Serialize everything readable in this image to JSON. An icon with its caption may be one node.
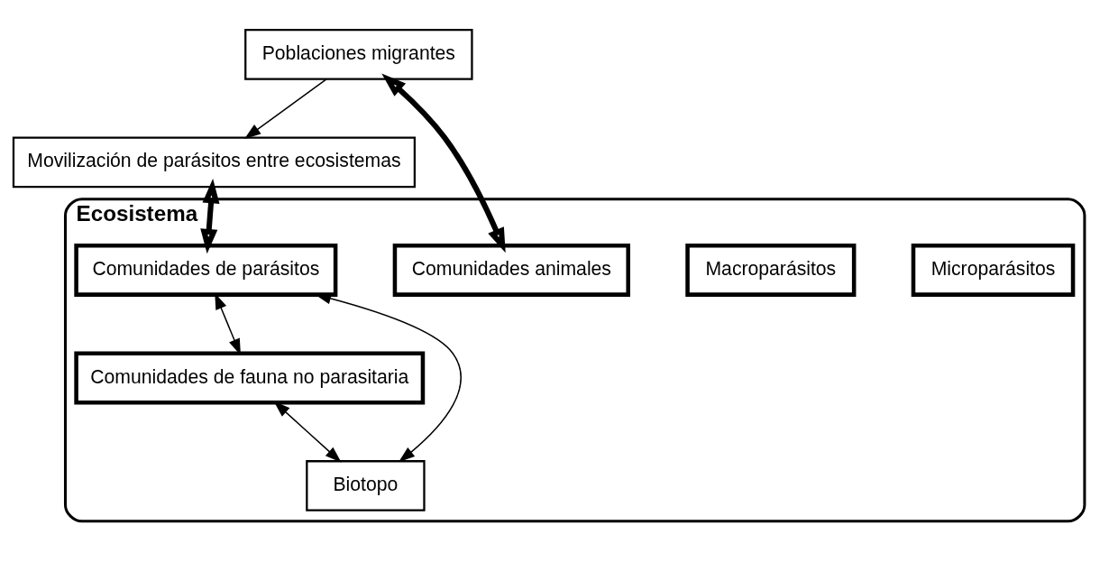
{
  "diagram": {
    "nodes": [
      {
        "text": [
          "Movilización de parásitos entre ecosistemas"
        ]
      },
      {
        "text": [
          "Poblaciones migrantes"
        ]
      },
      {
        "text": [
          "Ecosistema"
        ]
      },
      {
        "text": [
          "Microparásitos"
        ],
        "in": 2
      },
      {
        "text": [
          "Macroparásitos"
        ],
        "in": 2
      },
      {
        "text": [
          "Comunidades de parásitos"
        ],
        "in": 2
      },
      {
        "text": [
          "Comunidades animales"
        ],
        "in": 2
      },
      {
        "text": [
          "Comunidades de fauna no parasitaria"
        ],
        "in": 2
      },
      {
        "text": [
          "Biotopo"
        ],
        "in": 2
      }
    ],
    "edges": [
      {
        "from": 1,
        "to": 0,
        "arrow": "to"
      },
      {
        "from": 0,
        "to": 5,
        "arrow": "both",
        "style": "thick"
      },
      {
        "from": 1,
        "to": 6,
        "arrow": "both",
        "style": "thick"
      },
      {
        "from": 5,
        "to": 7,
        "arrow": "both"
      },
      {
        "from": 5,
        "to": 8,
        "arrow": "both"
      },
      {
        "from": 7,
        "to": 8,
        "arrow": "both"
      }
    ]
  }
}
